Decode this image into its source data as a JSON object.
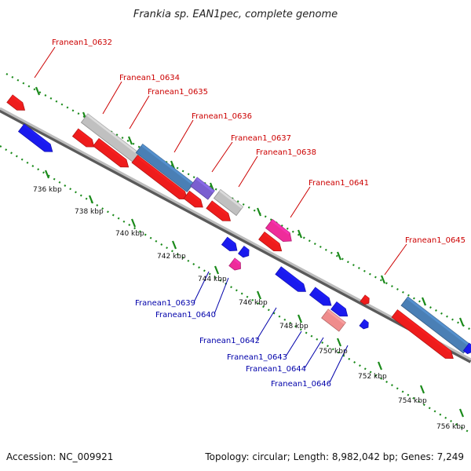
{
  "title": "Frankia sp. EAN1pec, complete genome",
  "footer": {
    "accession": "Accession: NC_009921",
    "topology": "Topology: circular; Length: 8,982,042 bp; Genes: 7,249"
  },
  "colors": {
    "red_gene": "#ee1c1c",
    "blue_gene": "#1a1aee",
    "grey_gene": "#c0c0c0",
    "steel_gene": "#4a7fb5",
    "purple_gene": "#7a5fd0",
    "magenta_gene": "#ee2c9a",
    "salmon_gene": "#ef8c8c",
    "backbone": "#808080",
    "tick": "#1a8a1a",
    "label_red": "#cc0000",
    "label_blue": "#0000aa"
  },
  "kbp_ticks": [
    "736 kbp",
    "738 kbp",
    "740 kbp",
    "742 kbp",
    "744 kbp",
    "746 kbp",
    "748 kbp",
    "750 kbp",
    "752 kbp",
    "754 kbp",
    "756 kbp"
  ],
  "labels_forward": [
    "Franean1_0632",
    "Franean1_0634",
    "Franean1_0635",
    "Franean1_0636",
    "Franean1_0637",
    "Franean1_0638",
    "Franean1_0641",
    "Franean1_0645"
  ],
  "labels_reverse": [
    "Franean1_0639",
    "Franean1_0640",
    "Franean1_0642",
    "Franean1_0643",
    "Franean1_0644",
    "Franean1_0646"
  ]
}
